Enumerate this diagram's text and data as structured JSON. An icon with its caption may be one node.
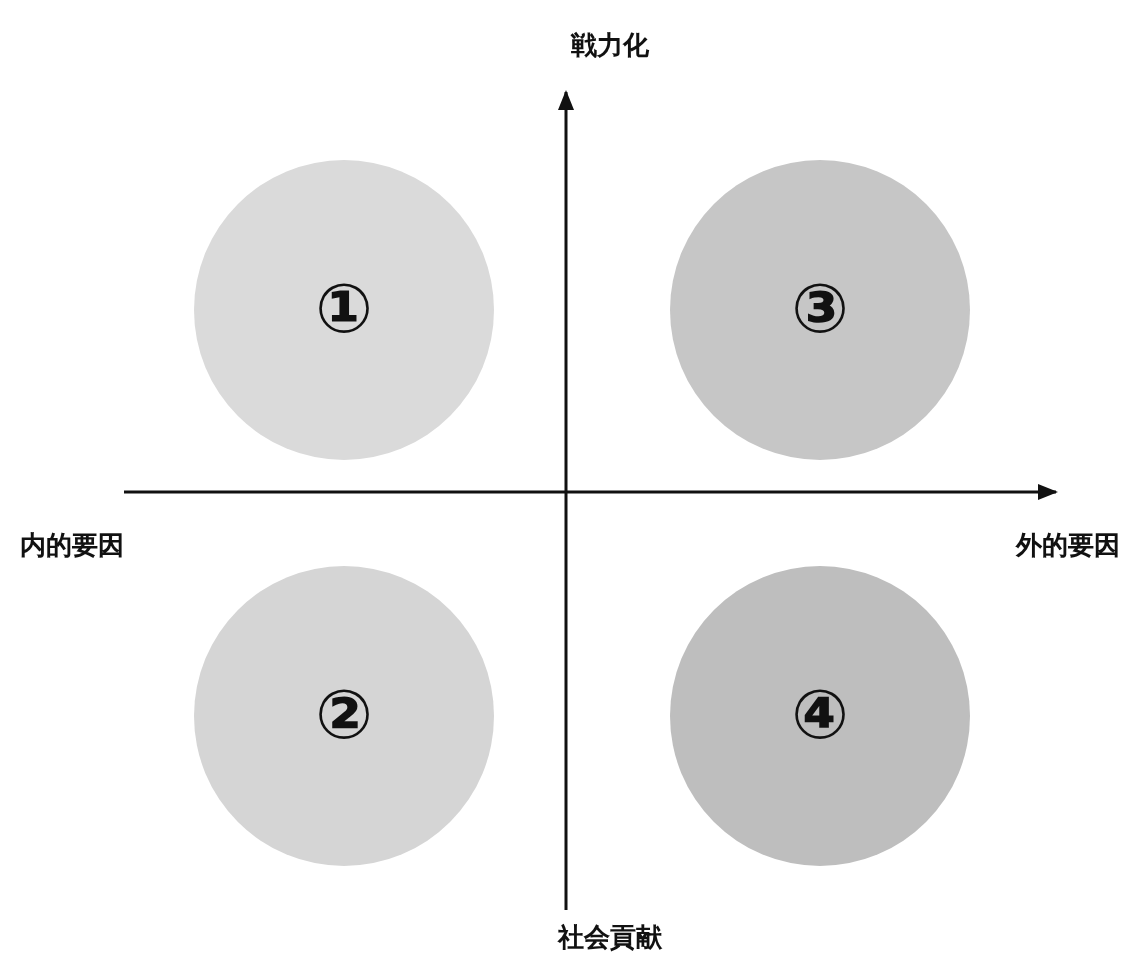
{
  "diagram": {
    "nodes": [
      {
        "text": [
          "①"
        ]
      },
      {
        "text": [
          "②"
        ]
      },
      {
        "text": [
          "③"
        ]
      },
      {
        "text": [
          "④"
        ]
      }
    ],
    "labels": [
      "戦力化",
      "内的要因",
      "外的要因",
      "社会貢献"
    ]
  }
}
